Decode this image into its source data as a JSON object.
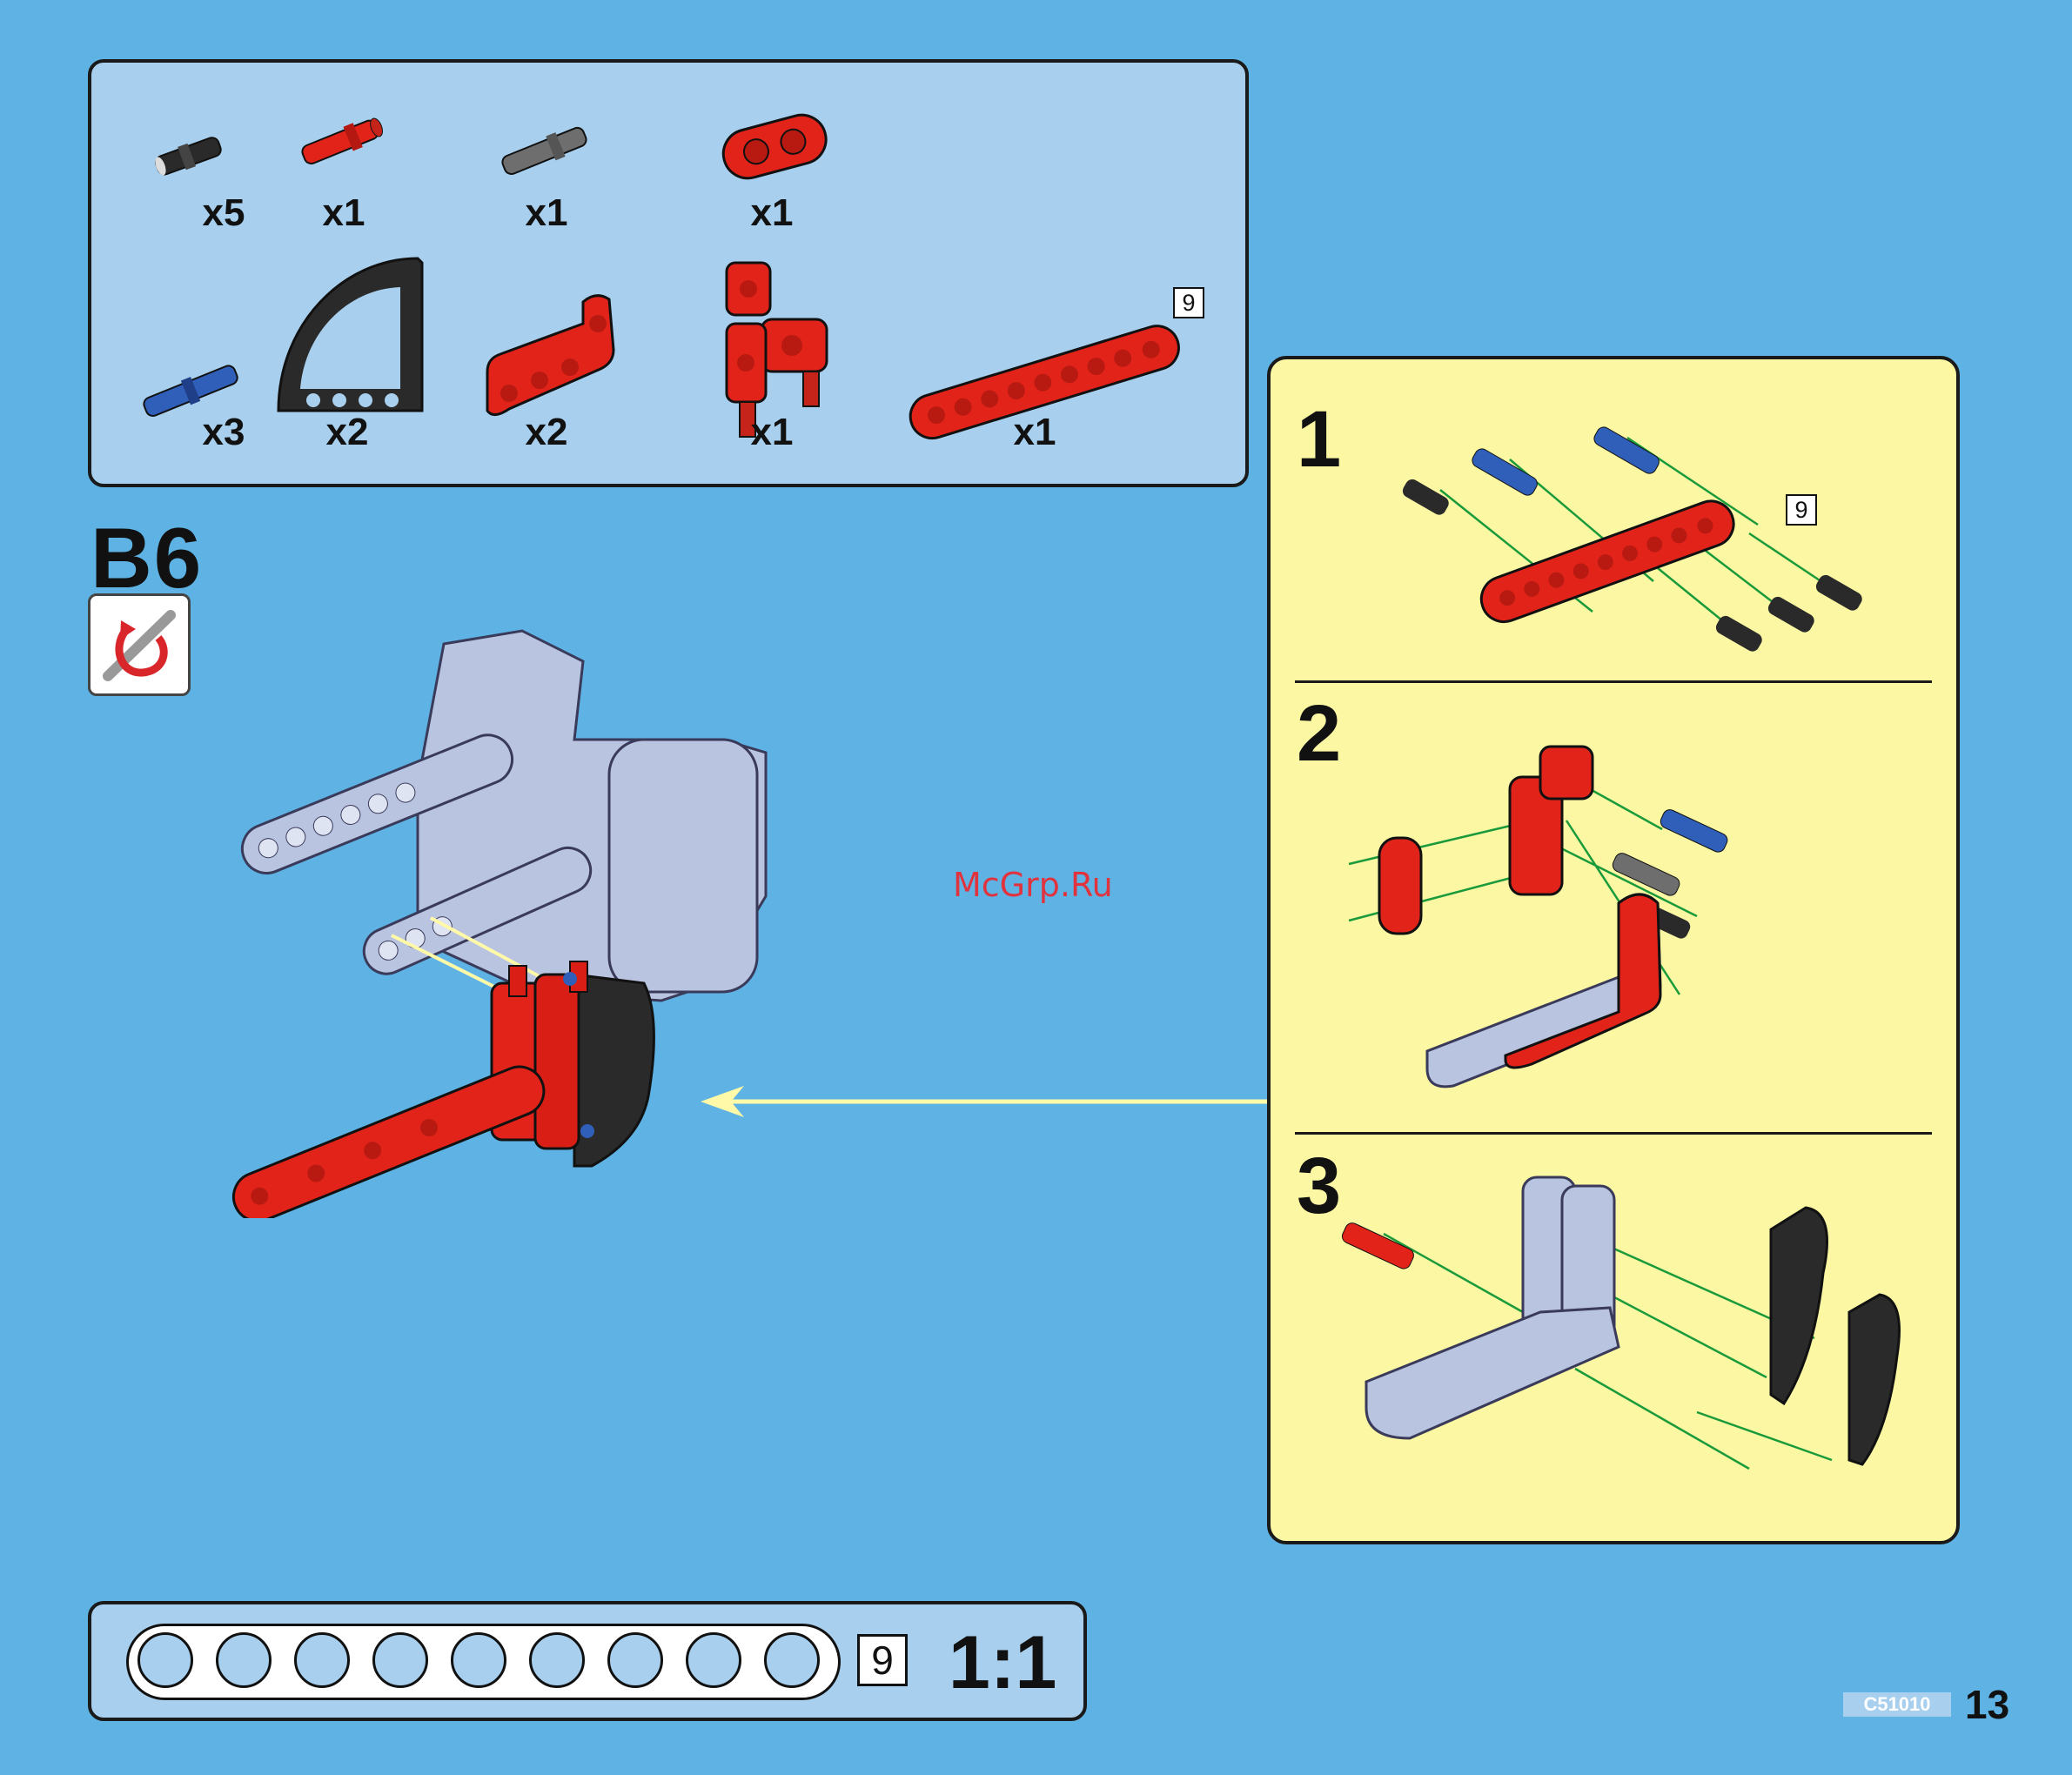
{
  "parts_panel": {
    "parts": [
      {
        "name": "black-pin",
        "qty": "x5"
      },
      {
        "name": "red-axle-pin",
        "qty": "x1"
      },
      {
        "name": "grey-axle-pin",
        "qty": "x1"
      },
      {
        "name": "red-beam-2",
        "qty": "x1"
      },
      {
        "name": "blue-long-pin",
        "qty": "x3"
      },
      {
        "name": "black-curved-panel",
        "qty": "x2"
      },
      {
        "name": "red-angle-beam",
        "qty": "x2"
      },
      {
        "name": "red-cross-connector",
        "qty": "x1"
      },
      {
        "name": "red-beam-9",
        "qty": "x1",
        "length": "9"
      }
    ]
  },
  "step": {
    "label": "B6"
  },
  "watermark": "McGrp.Ru",
  "substeps": [
    {
      "number": "1",
      "length_badge": "9"
    },
    {
      "number": "2"
    },
    {
      "number": "3"
    }
  ],
  "ruler": {
    "holes": 9,
    "length": "9",
    "scale": "1:1"
  },
  "footer": {
    "code": "C51010",
    "page": "13"
  },
  "colors": {
    "background": "#5eb3e4",
    "panel": "#a8d0ee",
    "subpanel": "#fbf7a3",
    "red_part": "#e2231a",
    "grey_part": "#b9c4e0",
    "black_part": "#2a2a2a",
    "blue_part": "#2f5fb8",
    "arrow": "#fff9a8",
    "guide": "#1a9a3a"
  }
}
